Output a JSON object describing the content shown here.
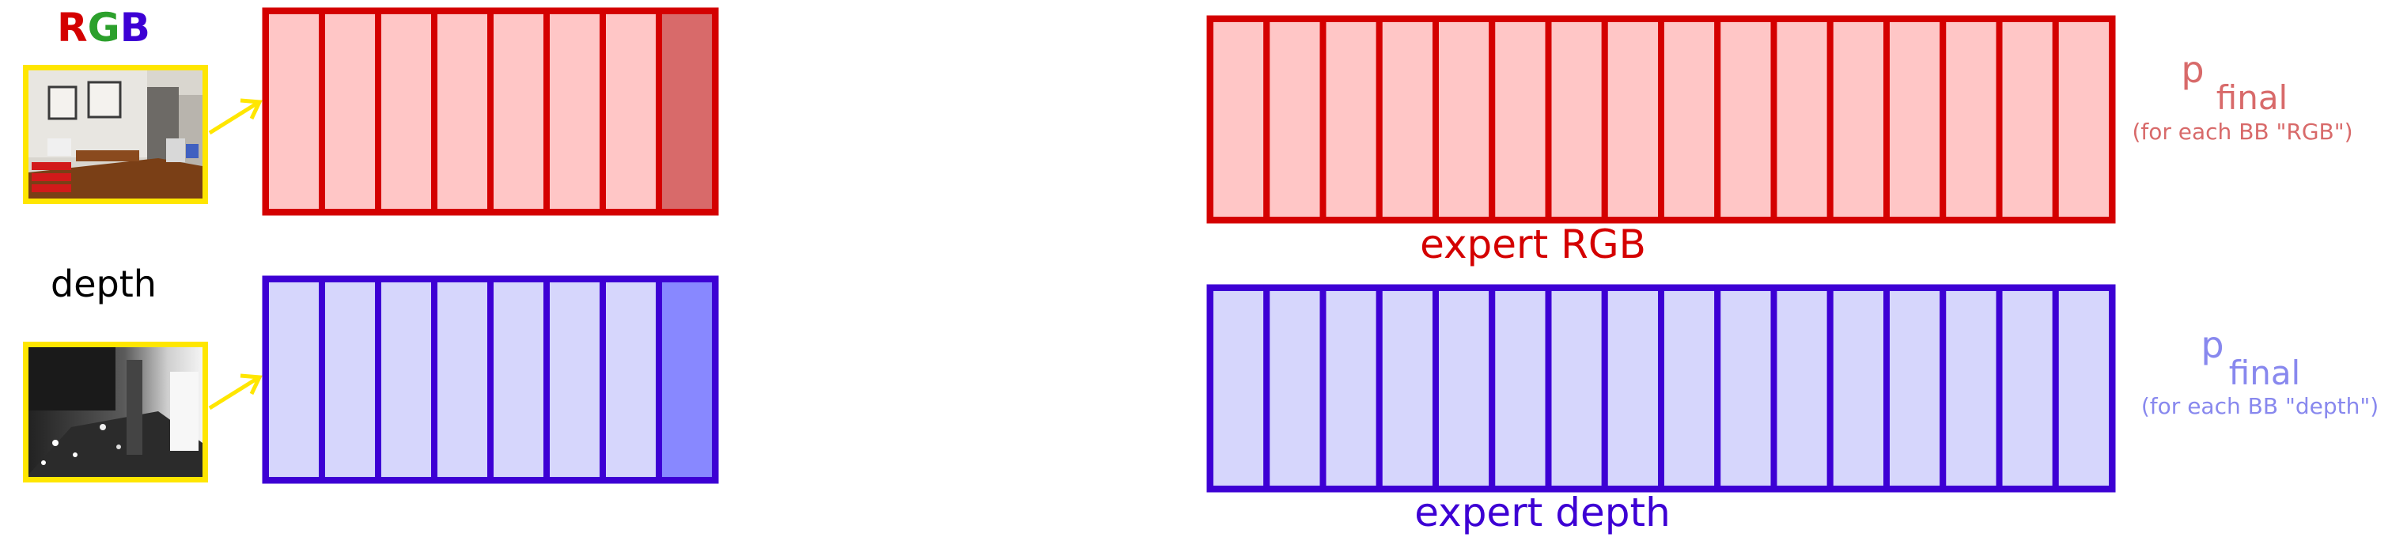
{
  "rgb_label": {
    "r": "R",
    "g": "G",
    "b": "B"
  },
  "depth_label": "depth",
  "expert_rgb_label": "expert RGB",
  "expert_depth_label": "expert depth",
  "p_final_rgb": {
    "p": "p",
    "sub": "final",
    "note": "(for each BB \"RGB\")"
  },
  "p_final_depth": {
    "p": "p",
    "sub": "final",
    "note": "(for each BB \"depth\")"
  },
  "colors": {
    "red": "#d40000",
    "red_fill": "#ffc6c6",
    "red_highlight": "#d86a6a",
    "blue": "#3d00d4",
    "blue_fill": "#d6d6fc",
    "blue_highlight": "#8888ff",
    "yellow": "#ffe600",
    "green": "#2ca02c",
    "p_rgb_text": "#d86a6a",
    "p_depth_text": "#8888ee"
  },
  "stacks": {
    "left_rgb_cells": 8,
    "left_depth_cells": 8,
    "right_rgb_cells": 16,
    "right_depth_cells": 16
  }
}
